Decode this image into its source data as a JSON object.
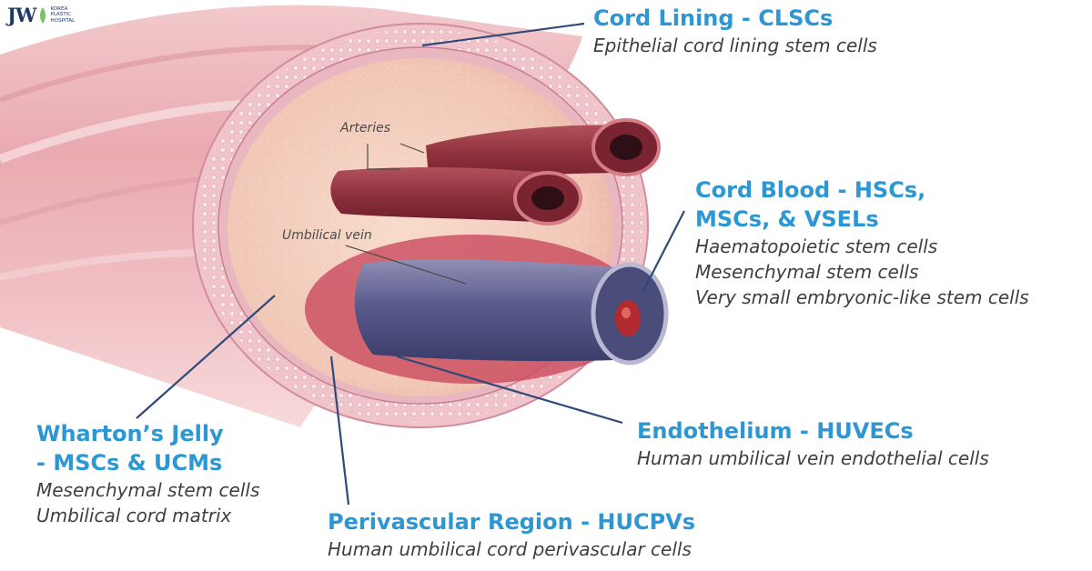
{
  "logo": {
    "mark": "JW",
    "line1": "KOREA",
    "line2": "PLASTIC",
    "line3": "HOSPITAL"
  },
  "labels": {
    "arteries": "Arteries",
    "umbilical_vein": "Umbilical vein"
  },
  "callouts": {
    "cord_lining": {
      "title": "Cord Lining - CLSCs",
      "desc": "Epithelial cord lining stem cells"
    },
    "cord_blood": {
      "title_line1": "Cord Blood - HSCs,",
      "title_line2": "MSCs, & VSELs",
      "desc_line1": "Haematopoietic stem cells",
      "desc_line2": "Mesenchymal stem cells",
      "desc_line3": "Very small embryonic-like stem cells"
    },
    "whartons_jelly": {
      "title_line1": "Wharton’s Jelly",
      "title_line2": "- MSCs & UCMs",
      "desc_line1": "Mesenchymal stem cells",
      "desc_line2": "Umbilical cord matrix"
    },
    "endothelium": {
      "title": "Endothelium - HUVECs",
      "desc": "Human umbilical vein endothelial cells"
    },
    "perivascular": {
      "title": "Perivascular Region - HUCPVs",
      "desc": "Human umbilical cord perivascular cells"
    }
  },
  "colors": {
    "title_blue": "#2c97d3",
    "desc_gray": "#3f3f3f",
    "leader_line": "#2f4a78"
  }
}
